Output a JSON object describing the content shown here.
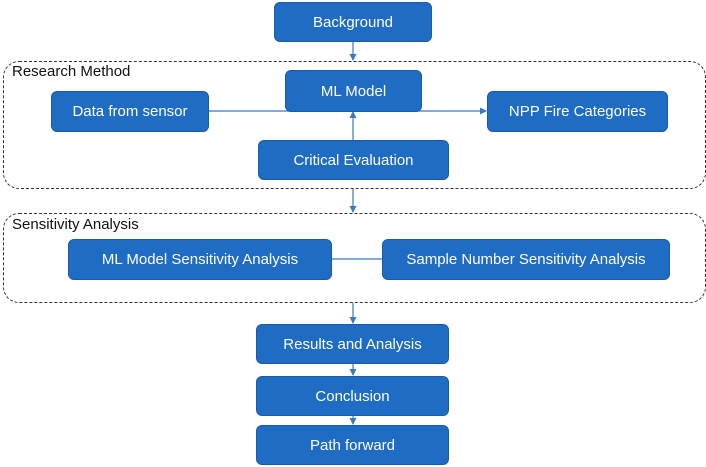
{
  "groups": {
    "research_method": "Research Method",
    "sensitivity_analysis": "Sensitivity Analysis"
  },
  "boxes": {
    "background": "Background",
    "ml_model": "ML Model",
    "data_from_sensor": "Data from sensor",
    "npp_fire_categories": "NPP Fire Categories",
    "critical_evaluation": "Critical Evaluation",
    "ml_model_sensitivity": "ML Model Sensitivity Analysis",
    "sample_number_sensitivity": "Sample Number Sensitivity Analysis",
    "results_and_analysis": "Results and Analysis",
    "conclusion": "Conclusion",
    "path_forward": "Path forward"
  },
  "colors": {
    "box_fill": "#1f6cc5",
    "connector": "#3a78c2",
    "group_border": "#333333"
  }
}
